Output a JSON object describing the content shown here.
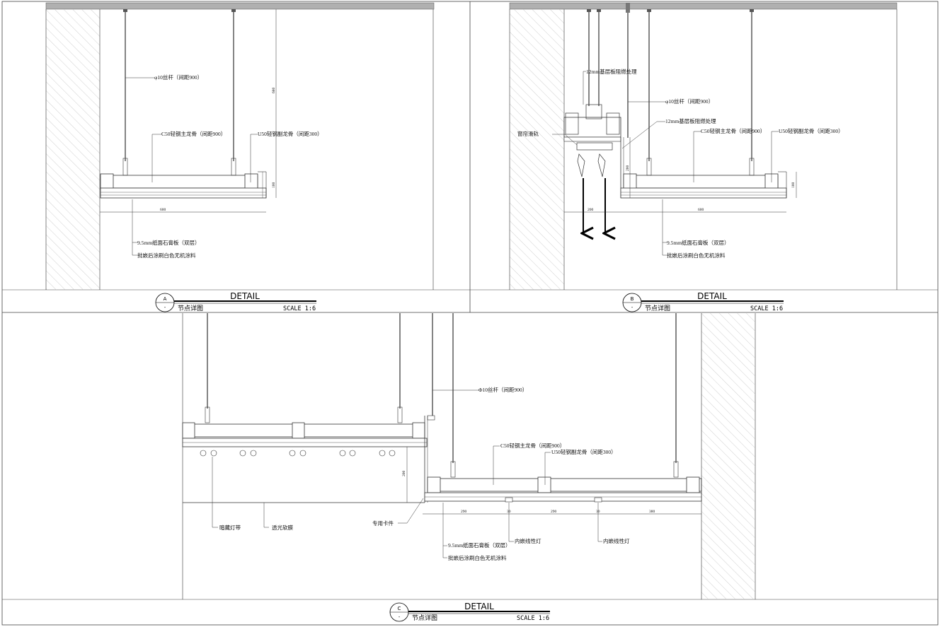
{
  "details": [
    {
      "id": "A",
      "bubble_letter": "A",
      "bubble_sub": "-",
      "title": "DETAIL",
      "subtitle": "节点详图",
      "scale": "SCALE 1:6",
      "annotations": {
        "rod": "φ10丝杆（间距900）",
        "main_keel": "C50轻钢主龙骨（间距900）",
        "sub_keel": "U50轻钢副龙骨（间距300）",
        "board": "9.5mm纸面石膏板（双层）",
        "paint": "批嵌后涂刷白色无机涂料"
      },
      "dimensions": {
        "height": "680",
        "thickness": "100",
        "width": "600"
      }
    },
    {
      "id": "B",
      "bubble_letter": "B",
      "bubble_sub": "-",
      "title": "DETAIL",
      "subtitle": "节点详图",
      "scale": "SCALE 1:6",
      "annotations": {
        "plywood_top": "12mm基层板阻燃处理",
        "rod": "φ10丝杆（间距900）",
        "plywood_side": "12mm基层板阻燃处理",
        "rail": "窗帘滑轨",
        "main_keel": "C50轻钢主龙骨（间距900）",
        "sub_keel": "U50轻钢副龙骨（间距300）",
        "board": "9.5mm纸面石膏板（双层）",
        "paint": "批嵌后涂刷白色无机涂料"
      },
      "dimensions": {
        "drop": "200",
        "box_width": "200",
        "width": "600",
        "thickness": "100"
      }
    },
    {
      "id": "C",
      "bubble_letter": "C",
      "bubble_sub": "-",
      "title": "DETAIL",
      "subtitle": "节点详图",
      "scale": "SCALE 1:6",
      "annotations": {
        "rod": "Φ10丝杆（间距900）",
        "main_keel": "C50轻钢主龙骨（间距900）",
        "sub_keel": "U50轻钢副龙骨（间距300）",
        "hidden_light": "暗藏灯带",
        "membrane": "透光软膜",
        "clip": "专用卡件",
        "board": "9.5mm纸面石膏板（双层）",
        "paint": "批嵌后涂刷白色无机涂料",
        "linear_light_1": "内嵌线性灯",
        "linear_light_2": "内嵌线性灯"
      },
      "dimensions": {
        "drop": "200",
        "seg1": "290",
        "gap1": "30",
        "seg2": "290",
        "gap2": "30",
        "seg3": "380"
      }
    }
  ]
}
